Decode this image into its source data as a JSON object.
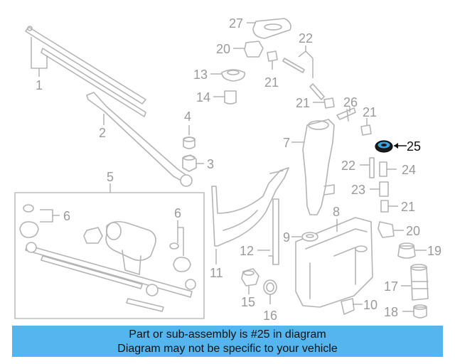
{
  "colors": {
    "banner": "#55b5ee",
    "highlight_part": "#3aa0e0",
    "line_art": "#b4b4b4",
    "label_text": "#9a9a9a"
  },
  "diagram": {
    "highlighted_part": "25",
    "labels": {
      "p1": "1",
      "p2": "2",
      "p3": "3",
      "p4": "4",
      "p5": "5",
      "p6a": "6",
      "p6b": "6",
      "p7": "7",
      "p8": "8",
      "p9": "9",
      "p10": "10",
      "p11": "11",
      "p12": "12",
      "p13": "13",
      "p14": "14",
      "p15": "15",
      "p16": "16",
      "p17": "17",
      "p18": "18",
      "p19": "19",
      "p20a": "20",
      "p20b": "20",
      "p21a": "21",
      "p21b": "21",
      "p21c": "21",
      "p21d": "21",
      "p22a": "22",
      "p22b": "22",
      "p23": "23",
      "p24": "24",
      "p25": "25",
      "p26": "26",
      "p27": "27"
    }
  },
  "banner": {
    "line1": "Part or sub-assembly is #25 in diagram",
    "line2": "Diagram may not be specific to your vehicle"
  }
}
